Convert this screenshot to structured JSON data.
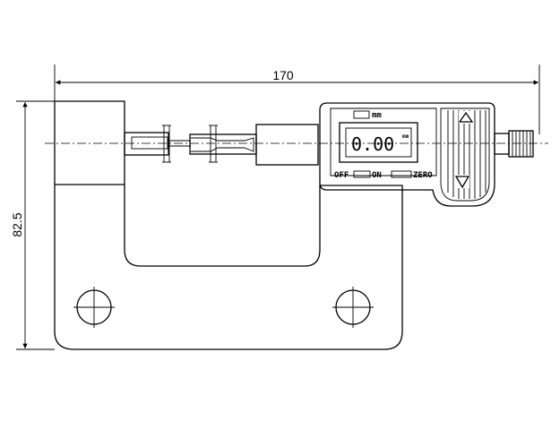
{
  "dimensions": {
    "width_label": "170",
    "height_label": "82.5"
  },
  "display": {
    "reading": "0.00",
    "reading_unit": "mm",
    "unit_label": "mm"
  },
  "buttons": {
    "off_label": "OFF",
    "on_label": "ON",
    "zero_label": "ZERO"
  },
  "icons": {
    "up": "up-arrow-icon",
    "down": "down-arrow-icon"
  }
}
